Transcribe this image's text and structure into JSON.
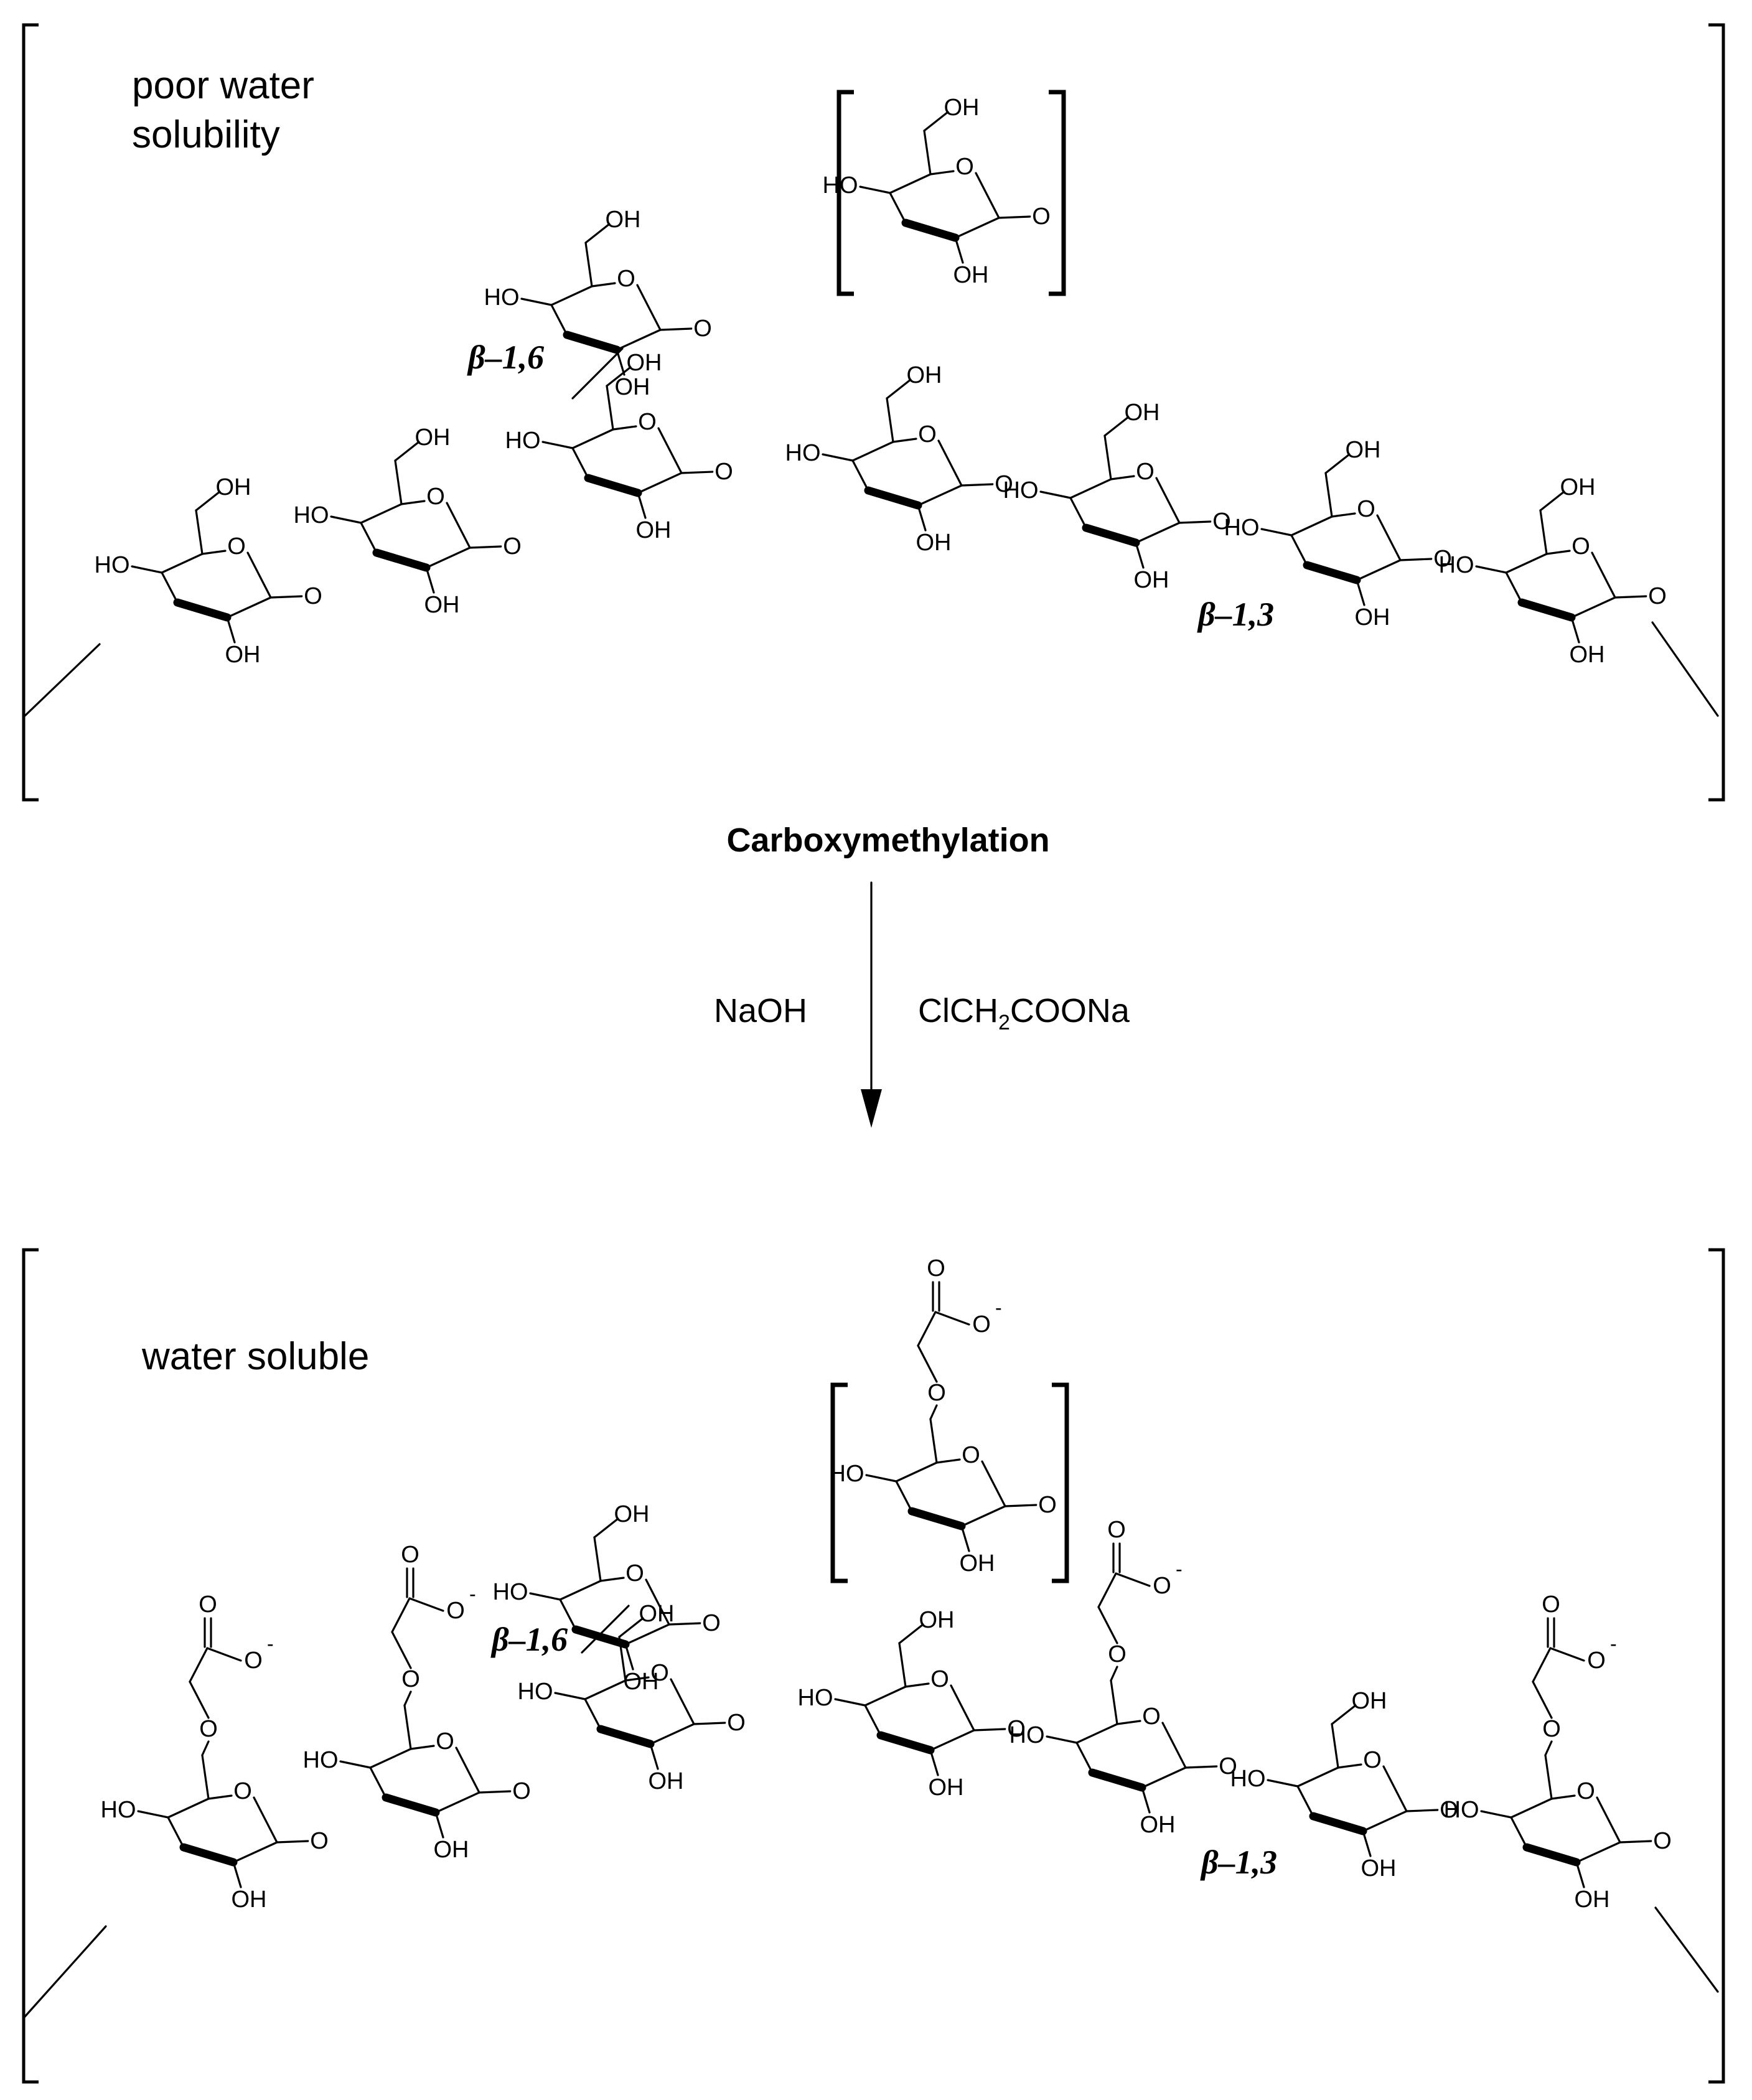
{
  "top_panel": {
    "label_line1": "poor water",
    "label_line2": "solubility",
    "linkage_16": "β–1,6",
    "linkage_13": "β–1,3"
  },
  "reaction": {
    "title": "Carboxymethylation",
    "reagent_left": "NaOH",
    "reagent_right_a": "ClCH",
    "reagent_right_sub": "2",
    "reagent_right_b": "COONa"
  },
  "bottom_panel": {
    "label": "water soluble",
    "linkage_16": "β–1,6",
    "linkage_13": "β–1,3"
  },
  "atoms": {
    "o": "O",
    "oh": "OH",
    "ho": "HO",
    "minus": "-"
  }
}
